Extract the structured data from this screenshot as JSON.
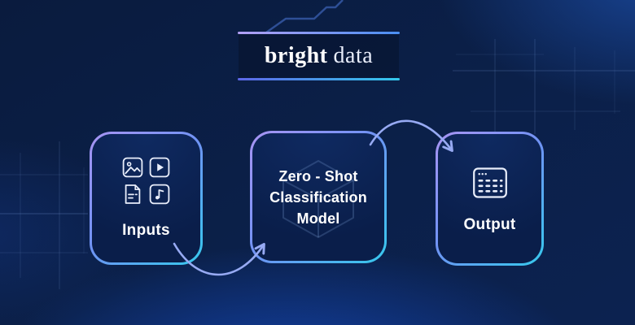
{
  "meta": {
    "type": "flow-diagram",
    "brand": "Bright Data"
  },
  "logo": {
    "text_bold": "bright",
    "text_regular": "data"
  },
  "diagram": {
    "nodes": [
      {
        "id": "inputs",
        "label": "Inputs",
        "icons": [
          "image-icon",
          "video-play-icon",
          "document-icon",
          "music-note-icon"
        ]
      },
      {
        "id": "model",
        "lines": [
          "Zero - Shot",
          "Classification",
          "Model"
        ],
        "watermark_icon": "cube-wireframe-icon"
      },
      {
        "id": "output",
        "label": "Output",
        "icons": [
          "data-table-icon"
        ]
      }
    ],
    "connections": [
      {
        "from": "inputs",
        "to": "model",
        "style": "curved-arrow"
      },
      {
        "from": "model",
        "to": "output",
        "style": "curved-arrow"
      }
    ]
  },
  "colors": {
    "background_navy": "#0b2049",
    "glow_blue": "#154ABE",
    "card_border_purple": "#a894f3",
    "card_border_cyan": "#36c9ed",
    "arrow": "#97aaf3",
    "circuit_line": "#2e4f96",
    "grid_line": "#7da2e0",
    "logo_top_line": "#b2a0f5 to #4a8ff2",
    "logo_bottom_line": "#5d66e8 to #33c9ec",
    "text": "#ffffff"
  }
}
